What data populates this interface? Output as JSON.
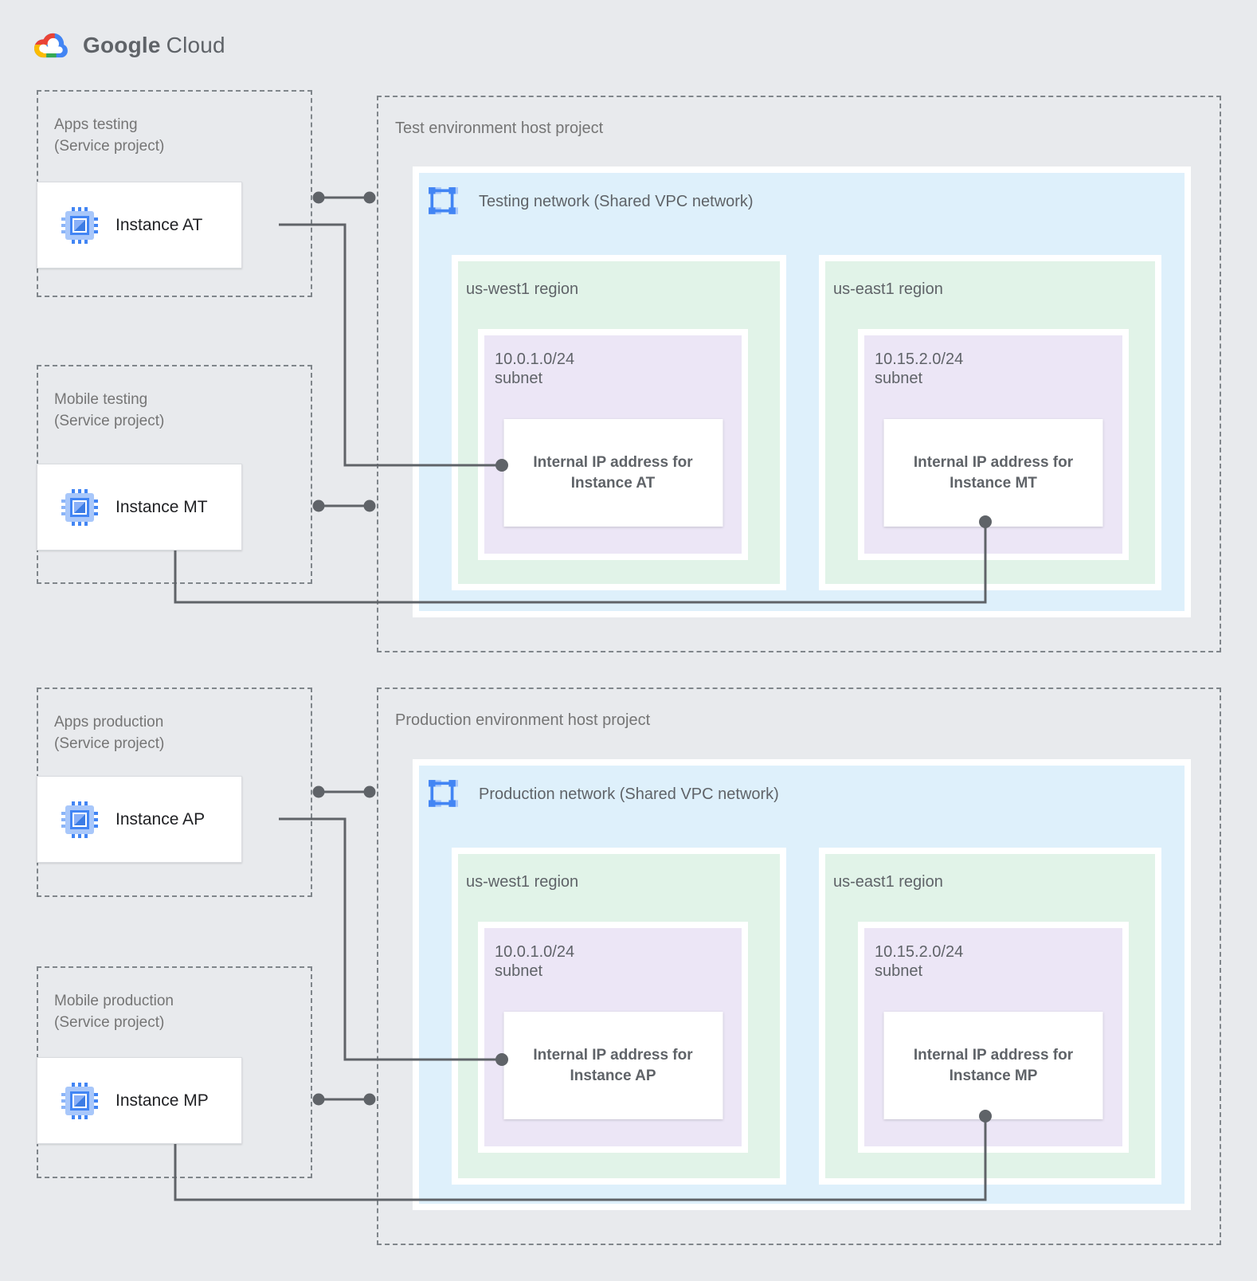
{
  "logo": {
    "brand_google": "Google",
    "brand_cloud": "Cloud"
  },
  "service_projects": [
    {
      "name": "Apps testing",
      "subtitle": "(Service project)",
      "instance_label": "Instance AT"
    },
    {
      "name": "Mobile testing",
      "subtitle": "(Service project)",
      "instance_label": "Instance MT"
    },
    {
      "name": "Apps production",
      "subtitle": "(Service project)",
      "instance_label": "Instance AP"
    },
    {
      "name": "Mobile production",
      "subtitle": "(Service project)",
      "instance_label": "Instance MP"
    }
  ],
  "host_projects": [
    {
      "title": "Test environment host project",
      "network_label": "Testing network (Shared VPC network)",
      "regions": [
        {
          "name": "us-west1 region",
          "subnet_cidr": "10.0.1.0/24",
          "subnet_label": "subnet",
          "ip_text_line1": "Internal IP address for",
          "ip_text_line2": "Instance AT"
        },
        {
          "name": "us-east1 region",
          "subnet_cidr": "10.15.2.0/24",
          "subnet_label": "subnet",
          "ip_text_line1": "Internal IP address for",
          "ip_text_line2": "Instance MT"
        }
      ]
    },
    {
      "title": "Production environment host project",
      "network_label": "Production network (Shared VPC network)",
      "regions": [
        {
          "name": "us-west1 region",
          "subnet_cidr": "10.0.1.0/24",
          "subnet_label": "subnet",
          "ip_text_line1": "Internal IP address for",
          "ip_text_line2": "Instance AP"
        },
        {
          "name": "us-east1 region",
          "subnet_cidr": "10.15.2.0/24",
          "subnet_label": "subnet",
          "ip_text_line1": "Internal IP address for",
          "ip_text_line2": "Instance MP"
        }
      ]
    }
  ],
  "colors": {
    "canvas_bg": "#E8EAED",
    "network_fill": "#DEF0FB",
    "region_fill": "#E1F3E8",
    "subnet_fill": "#ECE6F6",
    "dashed_border": "#80868B",
    "connector": "#5F6368",
    "accent_blue": "#4285F4",
    "chip_light_blue": "#A8C7FA",
    "google_red": "#EA4335",
    "google_yellow": "#FBBC04",
    "google_green": "#34A853"
  }
}
